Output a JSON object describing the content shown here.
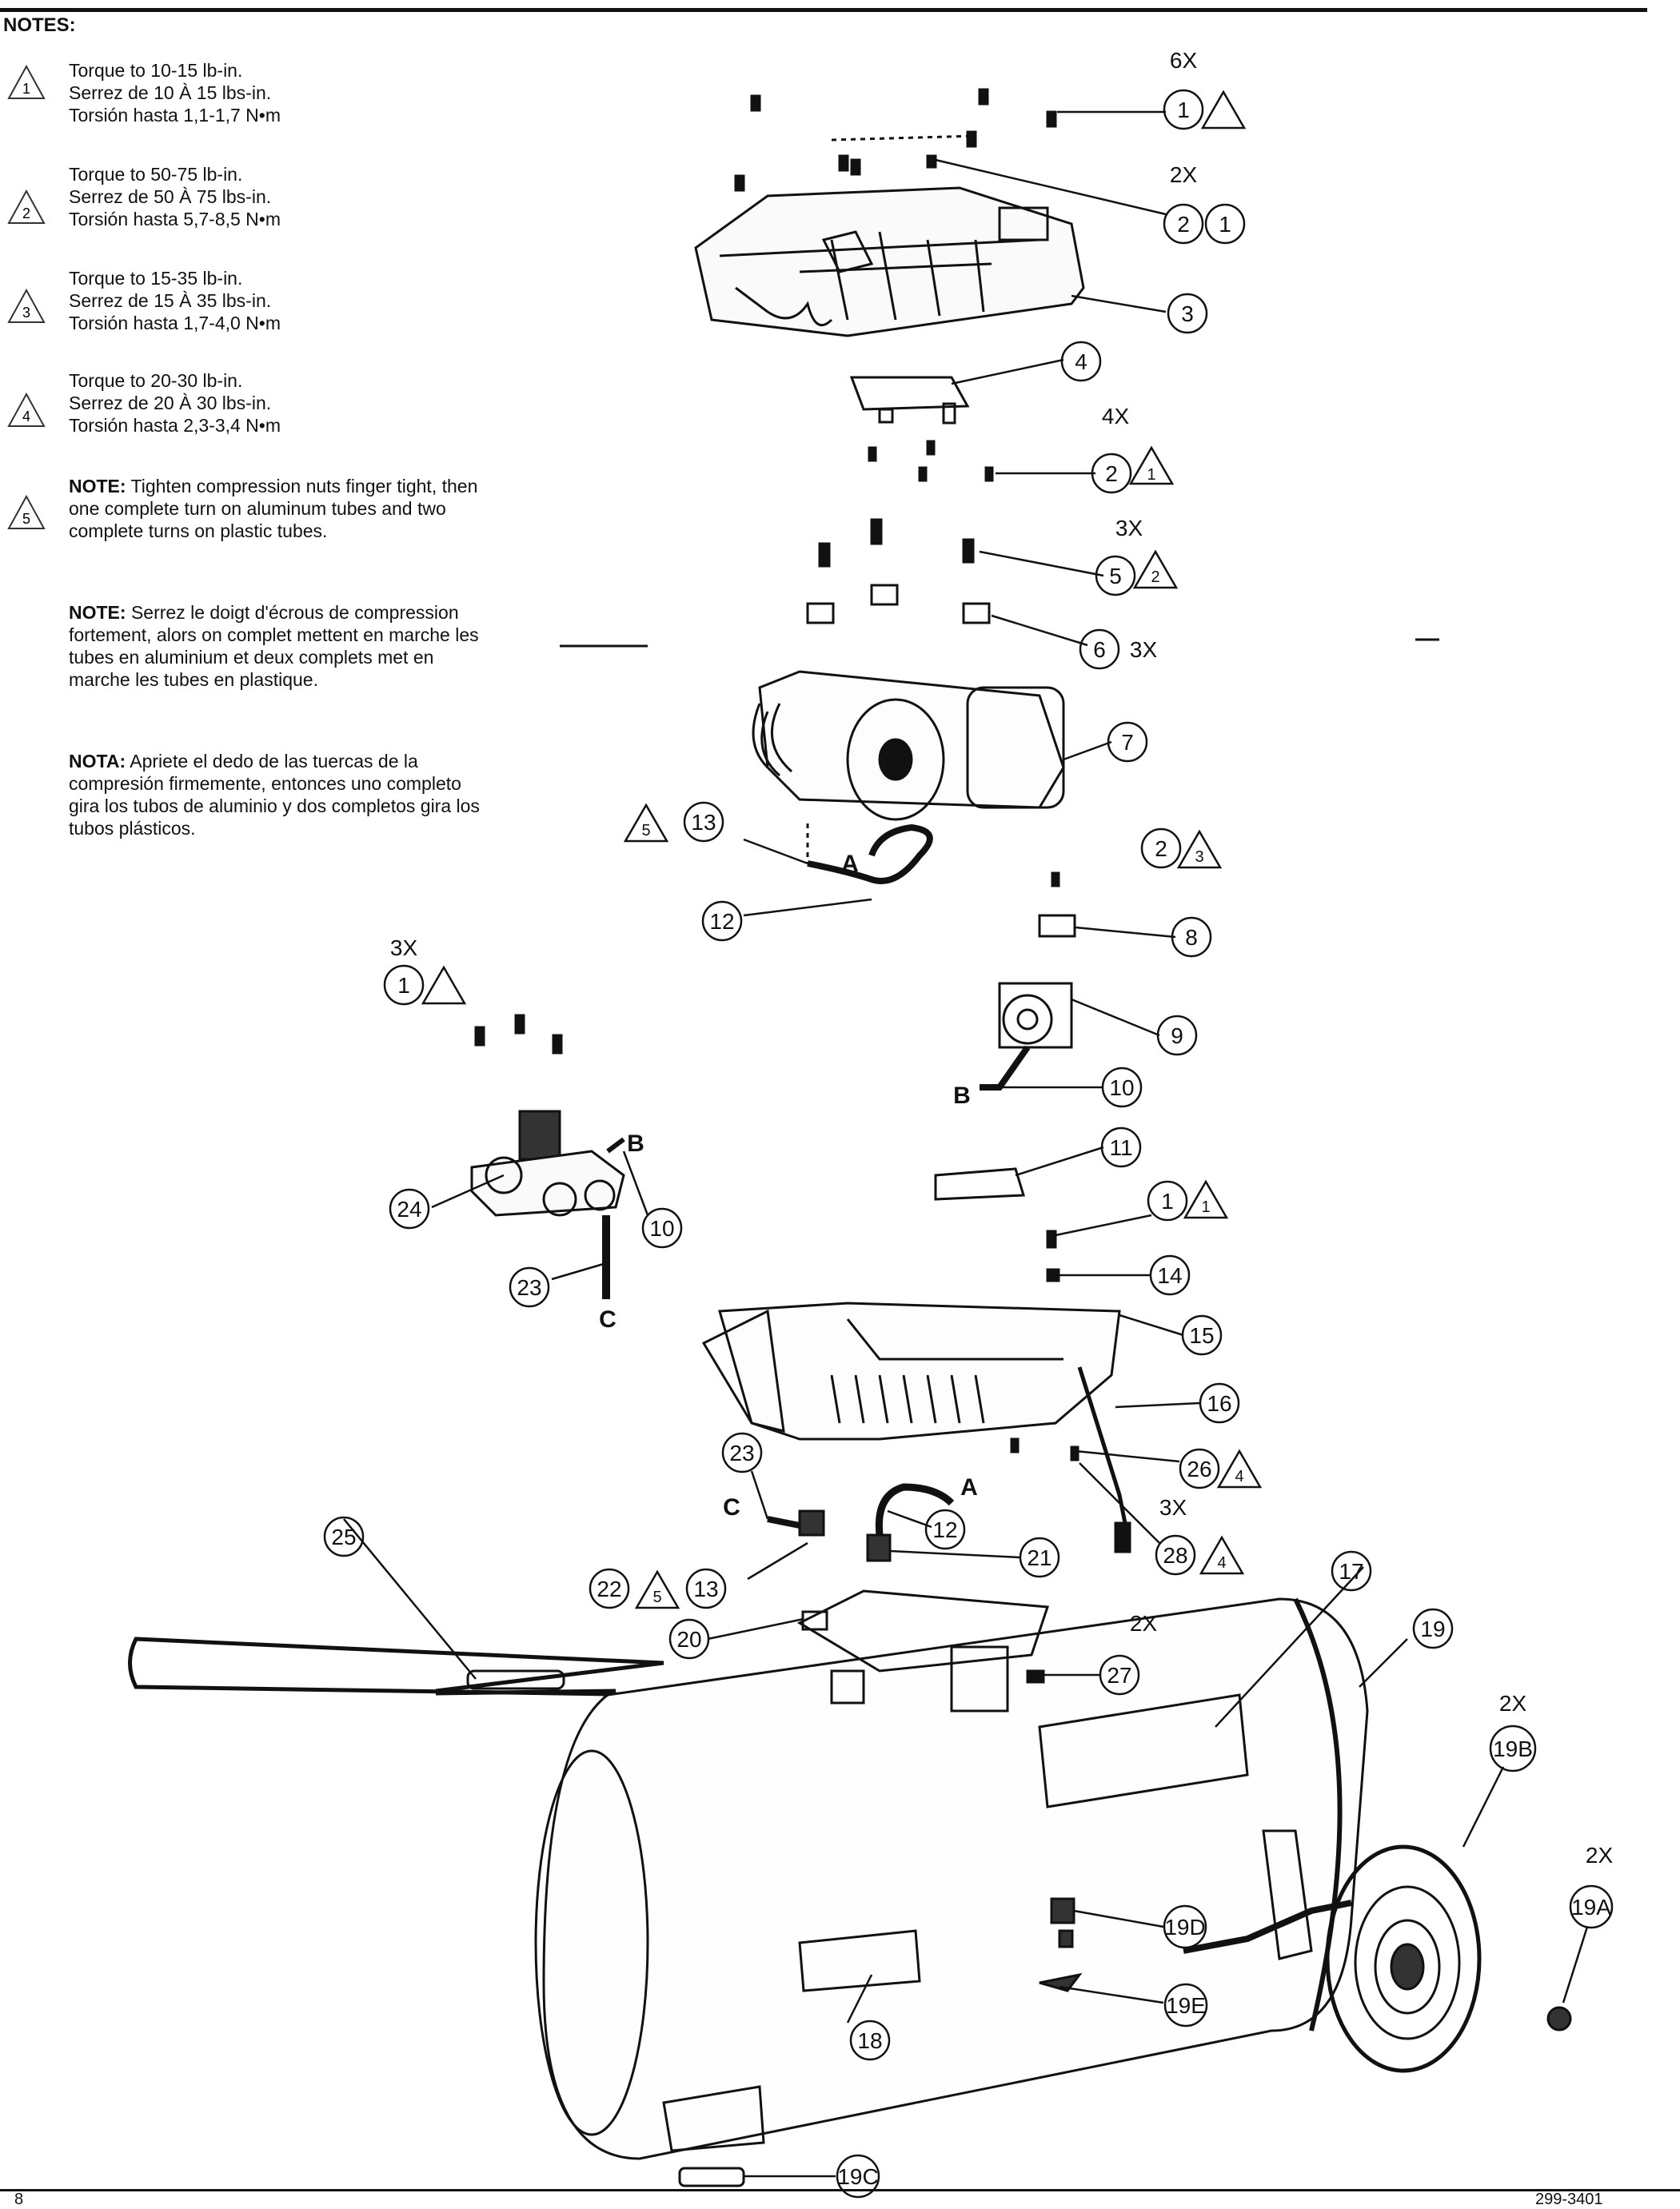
{
  "notes_title": "NOTES:",
  "notes": [
    {
      "icon_name": "torque-note-1-icon",
      "icon_num": "1",
      "lines": [
        "Torque to 10-15 lb-in.",
        "Serrez de 10 À 15 lbs-in.",
        "Torsión hasta 1,1-1,7 N•m"
      ]
    },
    {
      "icon_name": "torque-note-2-icon",
      "icon_num": "2",
      "lines": [
        "Torque to 50-75 lb-in.",
        "Serrez de 50 À 75 lbs-in.",
        "Torsión hasta 5,7-8,5 N•m"
      ]
    },
    {
      "icon_name": "torque-note-3-icon",
      "icon_num": "3",
      "lines": [
        "Torque to 15-35 lb-in.",
        "Serrez de 15 À 35 lbs-in.",
        "Torsión hasta 1,7-4,0 N•m"
      ]
    },
    {
      "icon_name": "torque-note-4-icon",
      "icon_num": "4",
      "lines": [
        "Torque to 20-30 lb-in.",
        "Serrez de 20 À 30 lbs-in.",
        "Torsión hasta 2,3-3,4 N•m"
      ]
    }
  ],
  "note5": {
    "icon_num": "5",
    "en_label": "NOTE:",
    "en_text": " Tighten compression nuts finger tight, then one complete turn on aluminum tubes and two complete turns on plastic tubes.",
    "fr_label": "NOTE:",
    "fr_text": " Serrez le doigt d'écrous de compression fortement, alors on complet mettent en marche les tubes en aluminium et deux complets met en marche les tubes en plastique.",
    "es_label": "NOTA:",
    "es_text": " Apriete el dedo de las tuercas de la compresión firmemente, entonces uno completo gira los tubos de aluminio y dos completos gira los tubos plásticos."
  },
  "callouts": [
    "1",
    "2",
    "1",
    "3",
    "4",
    "2",
    "1",
    "5",
    "2",
    "6",
    "7",
    "5",
    "13",
    "12",
    "2",
    "3",
    "8",
    "9",
    "10",
    "11",
    "1",
    "1",
    "1",
    "14",
    "15",
    "16",
    "26",
    "4",
    "28",
    "4",
    "24",
    "10",
    "23",
    "23",
    "12",
    "21",
    "22",
    "5",
    "13",
    "20",
    "25",
    "17",
    "19",
    "27",
    "19B",
    "19A",
    "18",
    "19D",
    "19E",
    "19C"
  ],
  "multipliers": [
    "6X",
    "2X",
    "4X",
    "3X",
    "3X",
    "3X",
    "3X",
    "2X",
    "2X",
    "2X"
  ],
  "connection_letters": [
    "A",
    "A",
    "B",
    "B",
    "C",
    "C"
  ],
  "footer": {
    "page": "8",
    "doc": "299-3401"
  }
}
